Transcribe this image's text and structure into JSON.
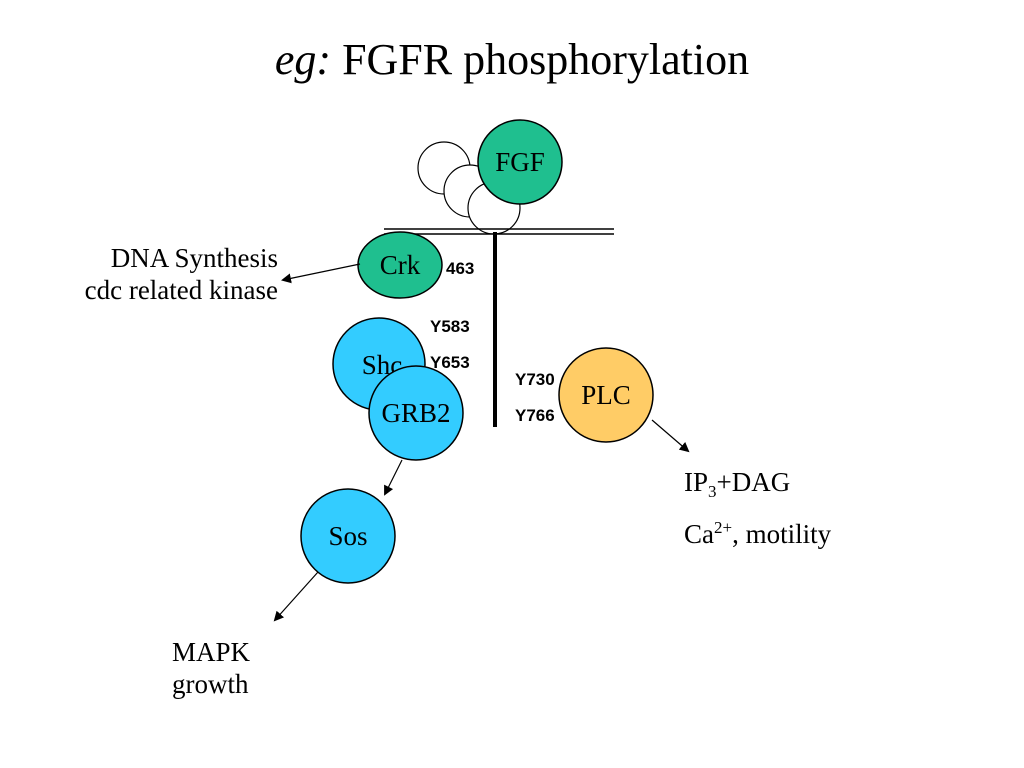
{
  "title": {
    "prefix": "eg:",
    "main": "FGFR phosphorylation"
  },
  "molecules": {
    "fgf": {
      "label": "FGF",
      "color": "#1fbf8f"
    },
    "crk": {
      "label": "Crk",
      "color": "#1fbf8f"
    },
    "shc": {
      "label": "Shc",
      "color": "#33ccff"
    },
    "grb2": {
      "label": "GRB2",
      "color": "#33ccff"
    },
    "sos": {
      "label": "Sos",
      "color": "#33ccff"
    },
    "plc": {
      "label": "PLC",
      "color": "#ffcc66"
    }
  },
  "residues": [
    "463",
    "Y583",
    "Y653",
    "Y730",
    "Y766"
  ],
  "outputs": {
    "dna_synthesis": {
      "line1": "DNA Synthesis",
      "line2": "cdc related kinase"
    },
    "mapk": {
      "line1": "MAPK",
      "line2": "growth"
    },
    "plc": {
      "ip_prefix": "IP",
      "ip_sub": "3",
      "ip_suffix": "+DAG",
      "ca_prefix": "Ca",
      "ca_sup": "2+",
      "ca_suffix": ", motility"
    }
  }
}
